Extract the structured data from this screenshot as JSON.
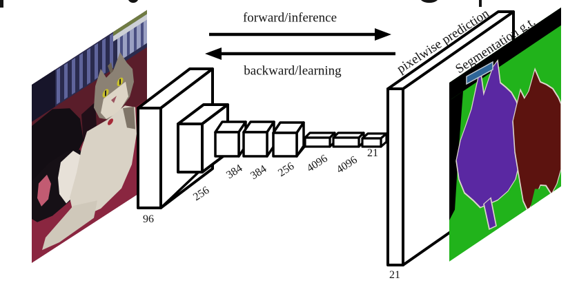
{
  "diagram": {
    "forward_label": "forward/inference",
    "backward_label": "backward/learning",
    "prediction_label": "pixelwise prediction",
    "groundtruth_label": "Segmentation g.t.",
    "layer_channel_labels": [
      "96",
      "256",
      "384",
      "384",
      "256",
      "4096",
      "4096",
      "21"
    ],
    "prediction_channels_label": "21"
  },
  "colors": {
    "page_bg": "#ffffff",
    "line_black": "#000000",
    "seg_background_green": "#21b31b",
    "seg_cat_purple": "#5a28a2",
    "seg_dog_maroon": "#5c130f",
    "seg_object_blue": "#2e6597",
    "seg_border_black": "#000000",
    "photo_couch_crimson": "#7c2136"
  }
}
